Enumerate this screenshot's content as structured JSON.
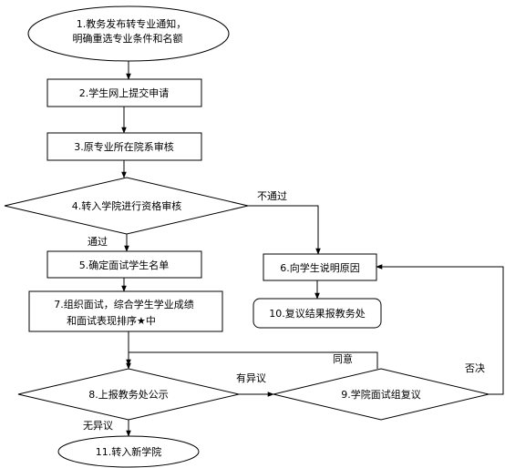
{
  "nodes": {
    "n1": {
      "line1": "1.教务发布转专业通知，",
      "line2": "明确重选专业条件和名额"
    },
    "n2": "2.学生网上提交申请",
    "n3": "3.原专业所在院系审核",
    "n4": "4.转入学院进行资格审核",
    "n5": "5.确定面试学生名单",
    "n6": "6.向学生说明原因",
    "n7": {
      "line1": "7.组织面试，综合学生学业成绩",
      "line2": "和面试表现排序★中"
    },
    "n8": "8.上报教务处公示",
    "n9": "9.学院面试组复议",
    "n10": "10.复议结果报教务处",
    "n11": "11.转入新学院"
  },
  "edges": {
    "not_passed": "不通过",
    "passed": "通过",
    "has_objection": "有异议",
    "no_objection": "无异议",
    "agree": "同意",
    "reject": "否决"
  }
}
